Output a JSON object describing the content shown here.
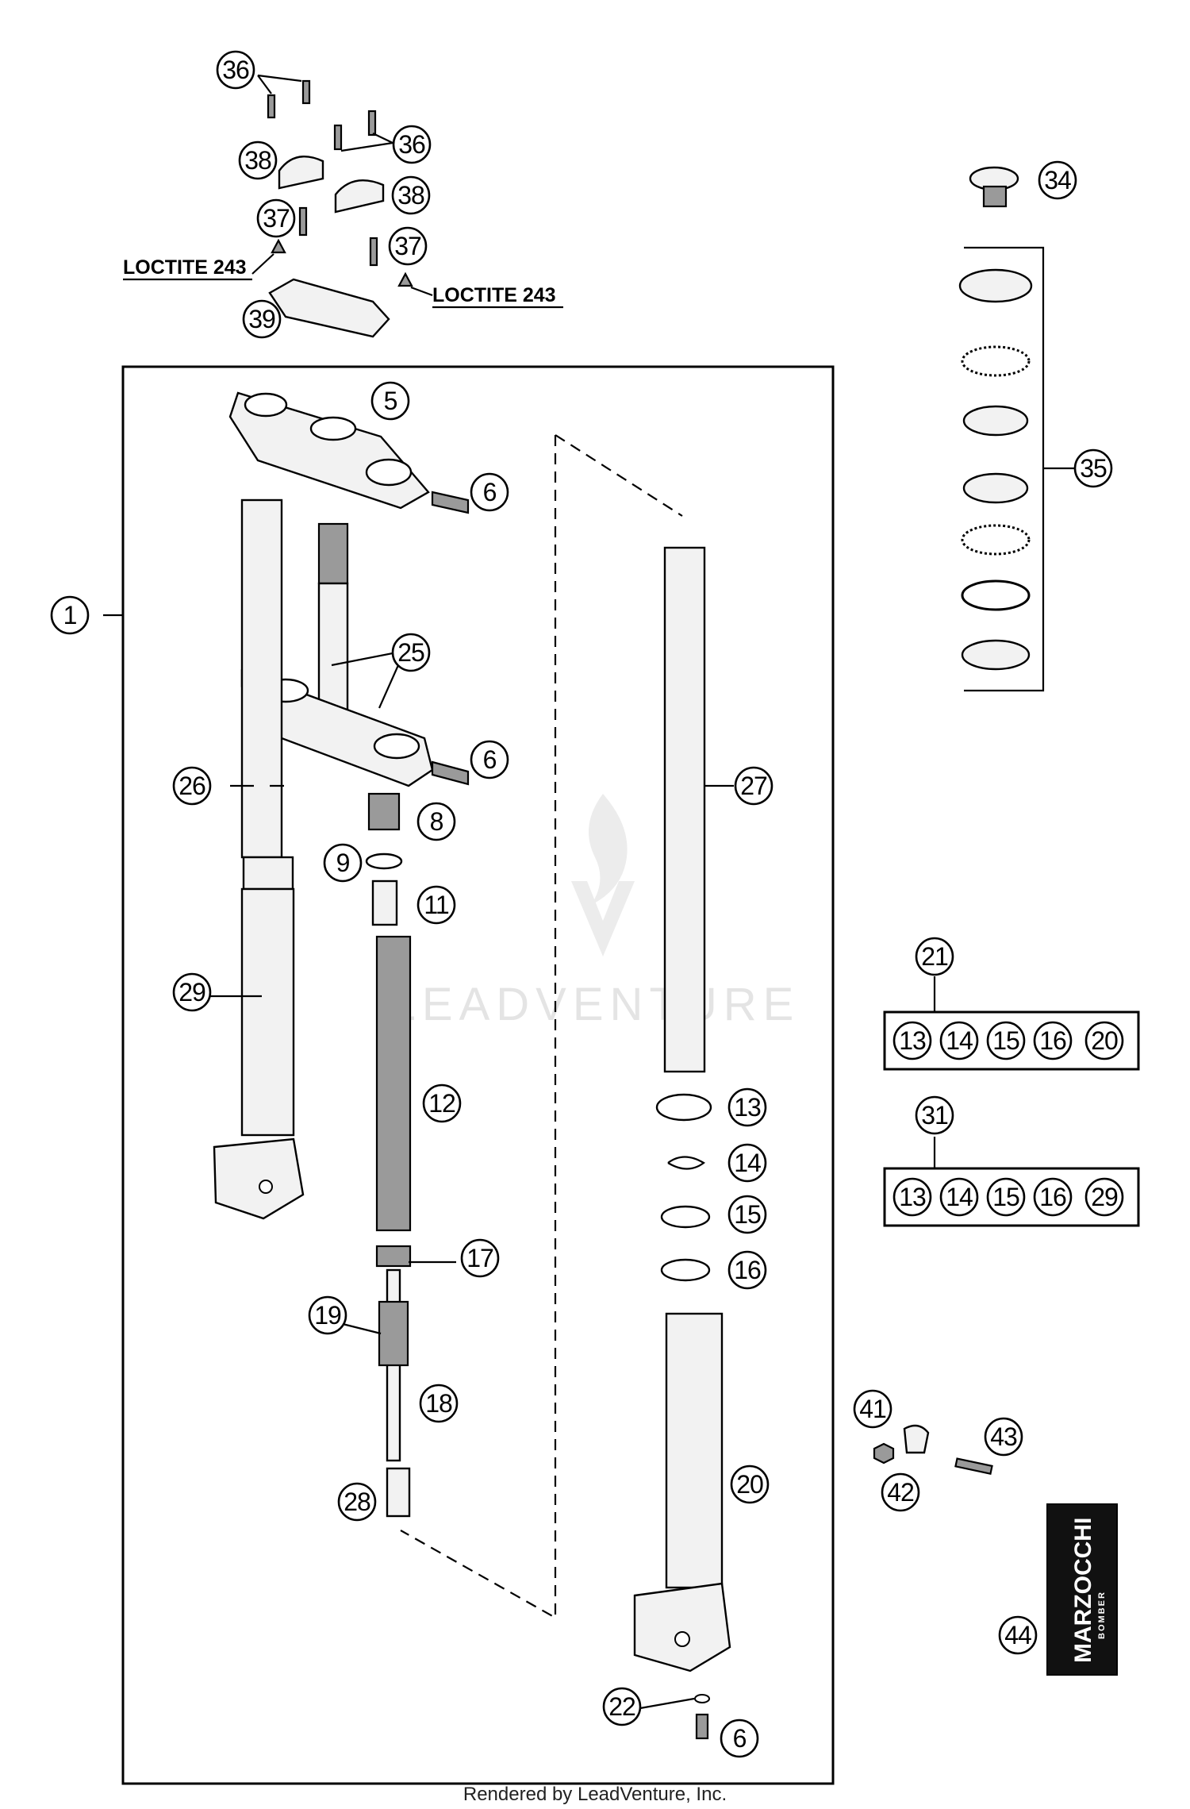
{
  "watermark": "LEADVENTURE",
  "footer": "Rendered by LeadVenture, Inc.",
  "loctite_labels": [
    "LOCTITE 243",
    "LOCTITE 243"
  ],
  "decal_brand": "MARZOCCHI",
  "decal_subtext": "BOMBER",
  "callouts": {
    "c36a": "36",
    "c36b": "36",
    "c38a": "38",
    "c38b": "38",
    "c37a": "37",
    "c37b": "37",
    "c39": "39",
    "c34": "34",
    "c35": "35",
    "c5": "5",
    "c6a": "6",
    "c6b": "6",
    "c6c": "6",
    "c1": "1",
    "c25": "25",
    "c26": "26",
    "c27": "27",
    "c8": "8",
    "c9": "9",
    "c11": "11",
    "c12": "12",
    "c29": "29",
    "c13": "13",
    "c14": "14",
    "c15": "15",
    "c16": "16",
    "c17": "17",
    "c19": "19",
    "c18": "18",
    "c28": "28",
    "c20": "20",
    "c22": "22",
    "c21": "21",
    "c31": "31",
    "c41": "41",
    "c42": "42",
    "c43": "43",
    "c44": "44"
  },
  "kits": [
    {
      "items": [
        "13",
        "14",
        "15",
        "16",
        "20"
      ]
    },
    {
      "items": [
        "13",
        "14",
        "15",
        "16",
        "29"
      ]
    }
  ]
}
